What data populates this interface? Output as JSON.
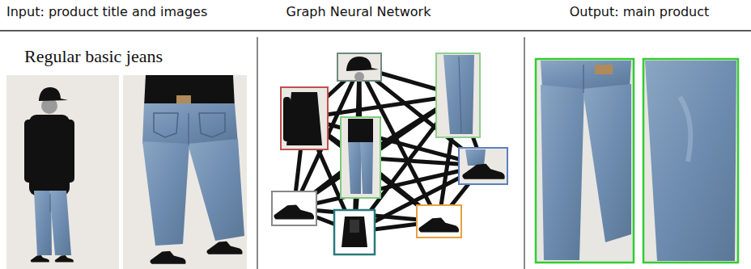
{
  "diagram": {
    "labels": [
      "Input: product title and images",
      "Graph Neural Network",
      "Output: main product",
      "Regular basic jeans"
    ]
  }
}
